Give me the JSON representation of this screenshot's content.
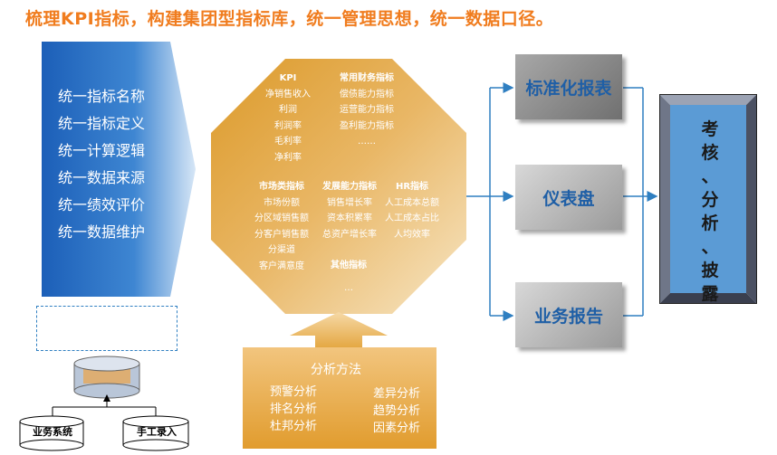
{
  "title": "梳理KPI指标，构建集团型指标库，统一管理思想，统一数据口径。",
  "left_panel": {
    "items": [
      "统一指标名称",
      "统一指标定义",
      "统一计算逻辑",
      "统一数据来源",
      "统一绩效评价",
      "统一数据维护"
    ]
  },
  "data_sources": {
    "system": "业务系统",
    "manual": "手工录入"
  },
  "indicator_library": {
    "kpi": {
      "heading": "KPI",
      "items": [
        "净销售收入",
        "利润",
        "利润率",
        "毛利率",
        "净利率"
      ]
    },
    "finance": {
      "heading": "常用财务指标",
      "items": [
        "偿债能力指标",
        "运营能力指标",
        "盈利能力指标",
        "……"
      ]
    },
    "market": {
      "heading": "市场类指标",
      "items": [
        "市场份额",
        "分区域销售额",
        "分客户销售额",
        "分渠道",
        "客户满意度"
      ]
    },
    "growth": {
      "heading": "发展能力指标",
      "items": [
        "销售增长率",
        "资本积累率",
        "总资产增长率"
      ]
    },
    "hr": {
      "heading": "HR指标",
      "items": [
        "人工成本总额",
        "人工成本占比",
        "人均效率"
      ]
    },
    "other": {
      "heading": "其他指标",
      "ellipsis": "…"
    }
  },
  "analysis_methods": {
    "title": "分析方法",
    "left": [
      "预警分析",
      "排名分析",
      "杜邦分析"
    ],
    "right": [
      "差异分析",
      "趋势分析",
      "因素分析"
    ]
  },
  "outputs": [
    "标准化报表",
    "仪表盘",
    "业务报告"
  ],
  "final": {
    "chars": [
      "考",
      "核",
      "、",
      "分",
      "析",
      "、",
      "披",
      "露"
    ]
  },
  "colors": {
    "title": "#f07c1e",
    "blue": "#2f7fc1",
    "orange": "#e3a43c",
    "output_text": "#1f5fa6"
  }
}
